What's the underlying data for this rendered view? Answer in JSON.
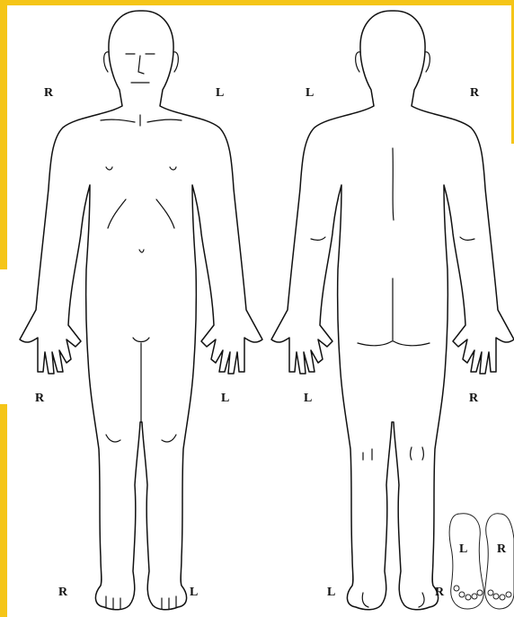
{
  "front_labels": {
    "upper_right": "R",
    "upper_left": "L",
    "mid_right": "R",
    "mid_left": "L",
    "foot_right": "R",
    "foot_left": "L"
  },
  "back_labels": {
    "upper_left": "L",
    "upper_right": "R",
    "mid_left": "L",
    "mid_right": "R",
    "foot_left": "L",
    "foot_right": "R"
  },
  "soles": {
    "left": "L",
    "right": "R"
  },
  "colors": {
    "frame": "#f5c518",
    "line": "#111111",
    "background": "#ffffff"
  }
}
